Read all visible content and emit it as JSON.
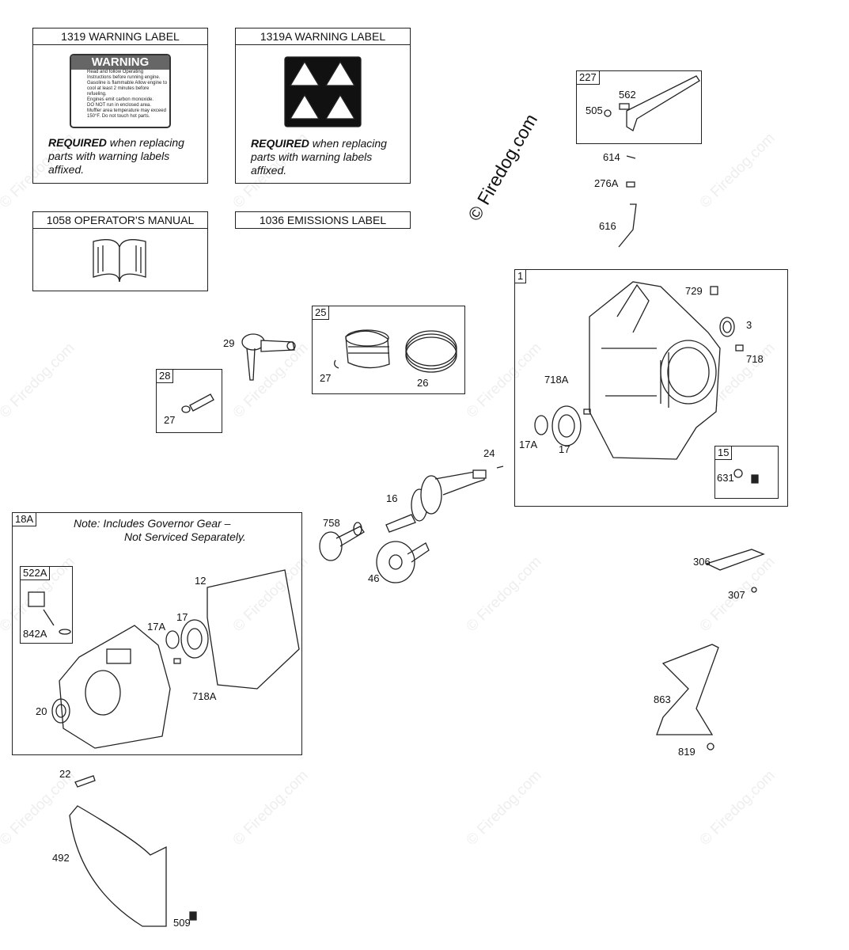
{
  "labels": {
    "warning_1319": {
      "title": "1319 WARNING LABEL",
      "sticker_title": "WARNING",
      "sticker_lines": [
        "Read and follow Operating",
        "Instructions before running engine.",
        "Gasoline is flammable Allow engine to",
        "cool at least 2 minutes before refueling.",
        "Engines emit carbon monoxide.",
        "DO NOT run in enclosed area.",
        "Muffler area temperature may exceed",
        "150°F. Do not touch hot parts."
      ],
      "required_word": "REQUIRED",
      "required_rest": " when replacing parts with warning labels affixed."
    },
    "warning_1319A": {
      "title": "1319A WARNING LABEL",
      "required_word": "REQUIRED",
      "required_rest": " when replacing parts with warning labels affixed."
    },
    "manual_1058": {
      "title": "1058 OPERATOR'S MANUAL"
    },
    "emissions_1036": {
      "title": "1036 EMISSIONS LABEL"
    }
  },
  "groups": {
    "g227": "227",
    "g1": "1",
    "g25": "25",
    "g28": "28",
    "g15": "15",
    "g18A": "18A",
    "g522A": "522A"
  },
  "note": {
    "line1": "Note:  Includes  Governor  Gear  –",
    "line2": "Not Serviced Separately."
  },
  "parts": {
    "p562": "562",
    "p505": "505",
    "p614": "614",
    "p276A": "276A",
    "p616": "616",
    "p729": "729",
    "p3": "3",
    "p718": "718",
    "p718A_top": "718A",
    "p17A_top": "17A",
    "p17_top": "17",
    "p631": "631",
    "p24": "24",
    "p16": "16",
    "p29": "29",
    "p27_25": "27",
    "p26": "26",
    "p27_28": "27",
    "p758": "758",
    "p46": "46",
    "p12": "12",
    "p17_bot": "17",
    "p17A_bot": "17A",
    "p842A": "842A",
    "p718A_bot": "718A",
    "p20": "20",
    "p306": "306",
    "p307": "307",
    "p863": "863",
    "p819": "819",
    "p22": "22",
    "p492": "492",
    "p509": "509"
  },
  "watermark": {
    "main": "© Firedog.com",
    "tile": "© Firedog.com"
  }
}
